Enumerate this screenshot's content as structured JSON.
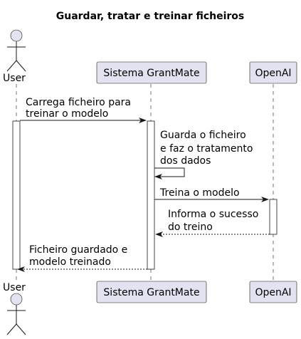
{
  "title": "Guardar, tratar e treinar ficheiros",
  "participants": {
    "user": "User",
    "system": "Sistema GrantMate",
    "openai": "OpenAI"
  },
  "messages": [
    {
      "from": "user",
      "to": "system",
      "style": "solid",
      "lines": [
        "Carrega ficheiro para",
        "treinar o modelo"
      ]
    },
    {
      "from": "system",
      "to": "system",
      "style": "solid",
      "lines": [
        "Guarda o ficheiro",
        "e faz o tratamento",
        "dos dados"
      ]
    },
    {
      "from": "system",
      "to": "openai",
      "style": "solid",
      "lines": [
        "Treina o modelo"
      ]
    },
    {
      "from": "openai",
      "to": "system",
      "style": "dashed",
      "lines": [
        "Informa o sucesso",
        "do treino"
      ]
    },
    {
      "from": "system",
      "to": "user",
      "style": "dashed",
      "lines": [
        "Ficheiro guardado e",
        "modelo treinado"
      ]
    }
  ],
  "colors": {
    "participant_fill": "#E2E2F0",
    "line": "#181818"
  }
}
